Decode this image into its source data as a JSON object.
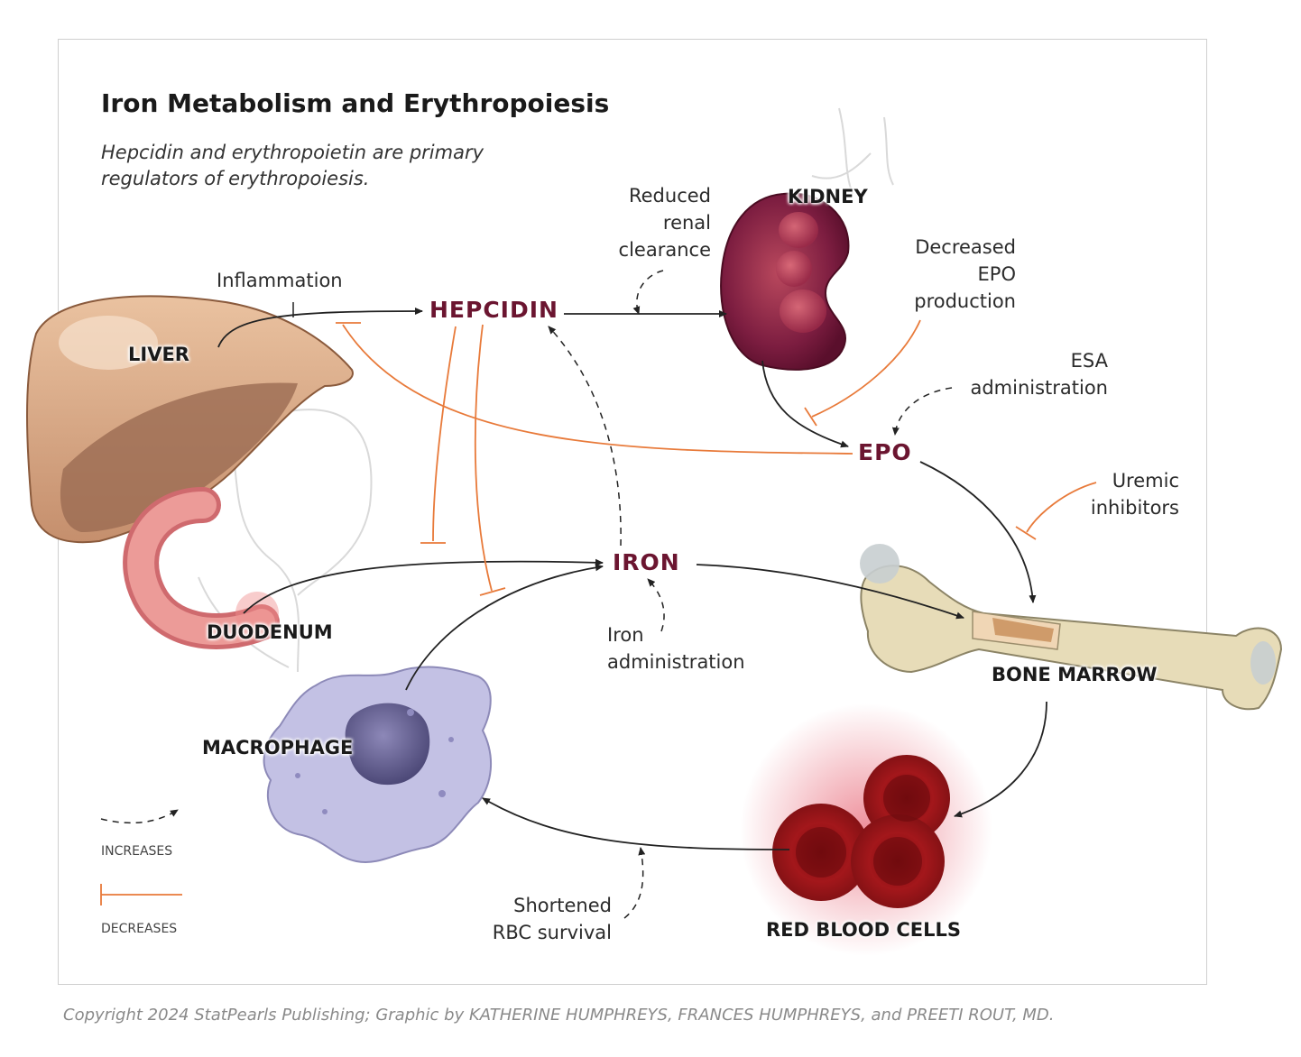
{
  "title": "Iron Metabolism and Erythropoiesis",
  "subtitle": "Hepcidin and erythropoietin are primary regulators of erythropoiesis.",
  "organs": {
    "liver": "LIVER",
    "kidney": "KIDNEY",
    "duodenum": "DUODENUM",
    "macrophage": "MACROPHAGE",
    "bone_marrow": "BONE MARROW",
    "red_blood_cells": "RED BLOOD CELLS"
  },
  "factors": {
    "hepcidin": "HEPCIDIN",
    "epo": "EPO",
    "iron": "IRON"
  },
  "annotations": {
    "inflammation": "Inflammation",
    "reduced_renal_clearance": [
      "Reduced",
      "renal",
      "clearance"
    ],
    "decreased_epo_production": [
      "Decreased",
      "EPO",
      "production"
    ],
    "esa_administration": [
      "ESA",
      "administration"
    ],
    "uremic_inhibitors": [
      "Uremic",
      "inhibitors"
    ],
    "iron_administration": [
      "Iron",
      "administration"
    ],
    "shortened_rbc_survival": [
      "Shortened",
      "RBC survival"
    ]
  },
  "legend": {
    "increases": "INCREASES",
    "decreases": "DECREASES"
  },
  "colors": {
    "factor_text": "#6b1530",
    "inhibition_line": "#e87a3a",
    "arrow_line": "#222222"
  },
  "copyright": "Copyright 2024 StatPearls Publishing; Graphic by KATHERINE HUMPHREYS, FRANCES HUMPHREYS, and PREETI ROUT, MD."
}
